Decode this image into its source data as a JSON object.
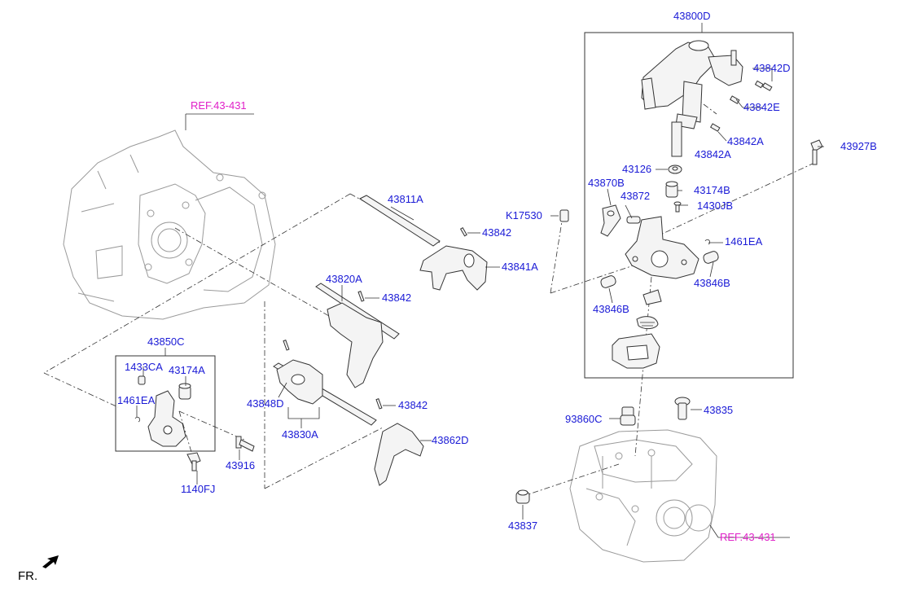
{
  "labels": {
    "ref_top": "REF.43-431",
    "ref_bottom": "REF.43-431",
    "assy_43800D": "43800D",
    "p43842D": "43842D",
    "p43842E": "43842E",
    "p43842A_a": "43842A",
    "p43842A_b": "43842A",
    "p43927B": "43927B",
    "p43126": "43126",
    "p43870B": "43870B",
    "p43174B": "43174B",
    "p43872": "43872",
    "p1430JB": "1430JB",
    "pK17530": "K17530",
    "p1461EA_right": "1461EA",
    "p43846B_right": "43846B",
    "p43846B_left": "43846B",
    "p43811A": "43811A",
    "p43842_1": "43842",
    "p43841A": "43841A",
    "p43820A": "43820A",
    "p43842_2": "43842",
    "p43850C": "43850C",
    "p1433CA": "1433CA",
    "p43174A": "43174A",
    "p1461EA_left": "1461EA",
    "p43848D": "43848D",
    "p43842_3": "43842",
    "p43830A": "43830A",
    "p43862D": "43862D",
    "p43916": "43916",
    "p1140FJ": "1140FJ",
    "p93860C": "93860C",
    "p43835": "43835",
    "p43837": "43837",
    "fr": "FR."
  },
  "colors": {
    "part_label": "#1a1ad6",
    "ref_label": "#e020c8",
    "line": "#333333"
  }
}
